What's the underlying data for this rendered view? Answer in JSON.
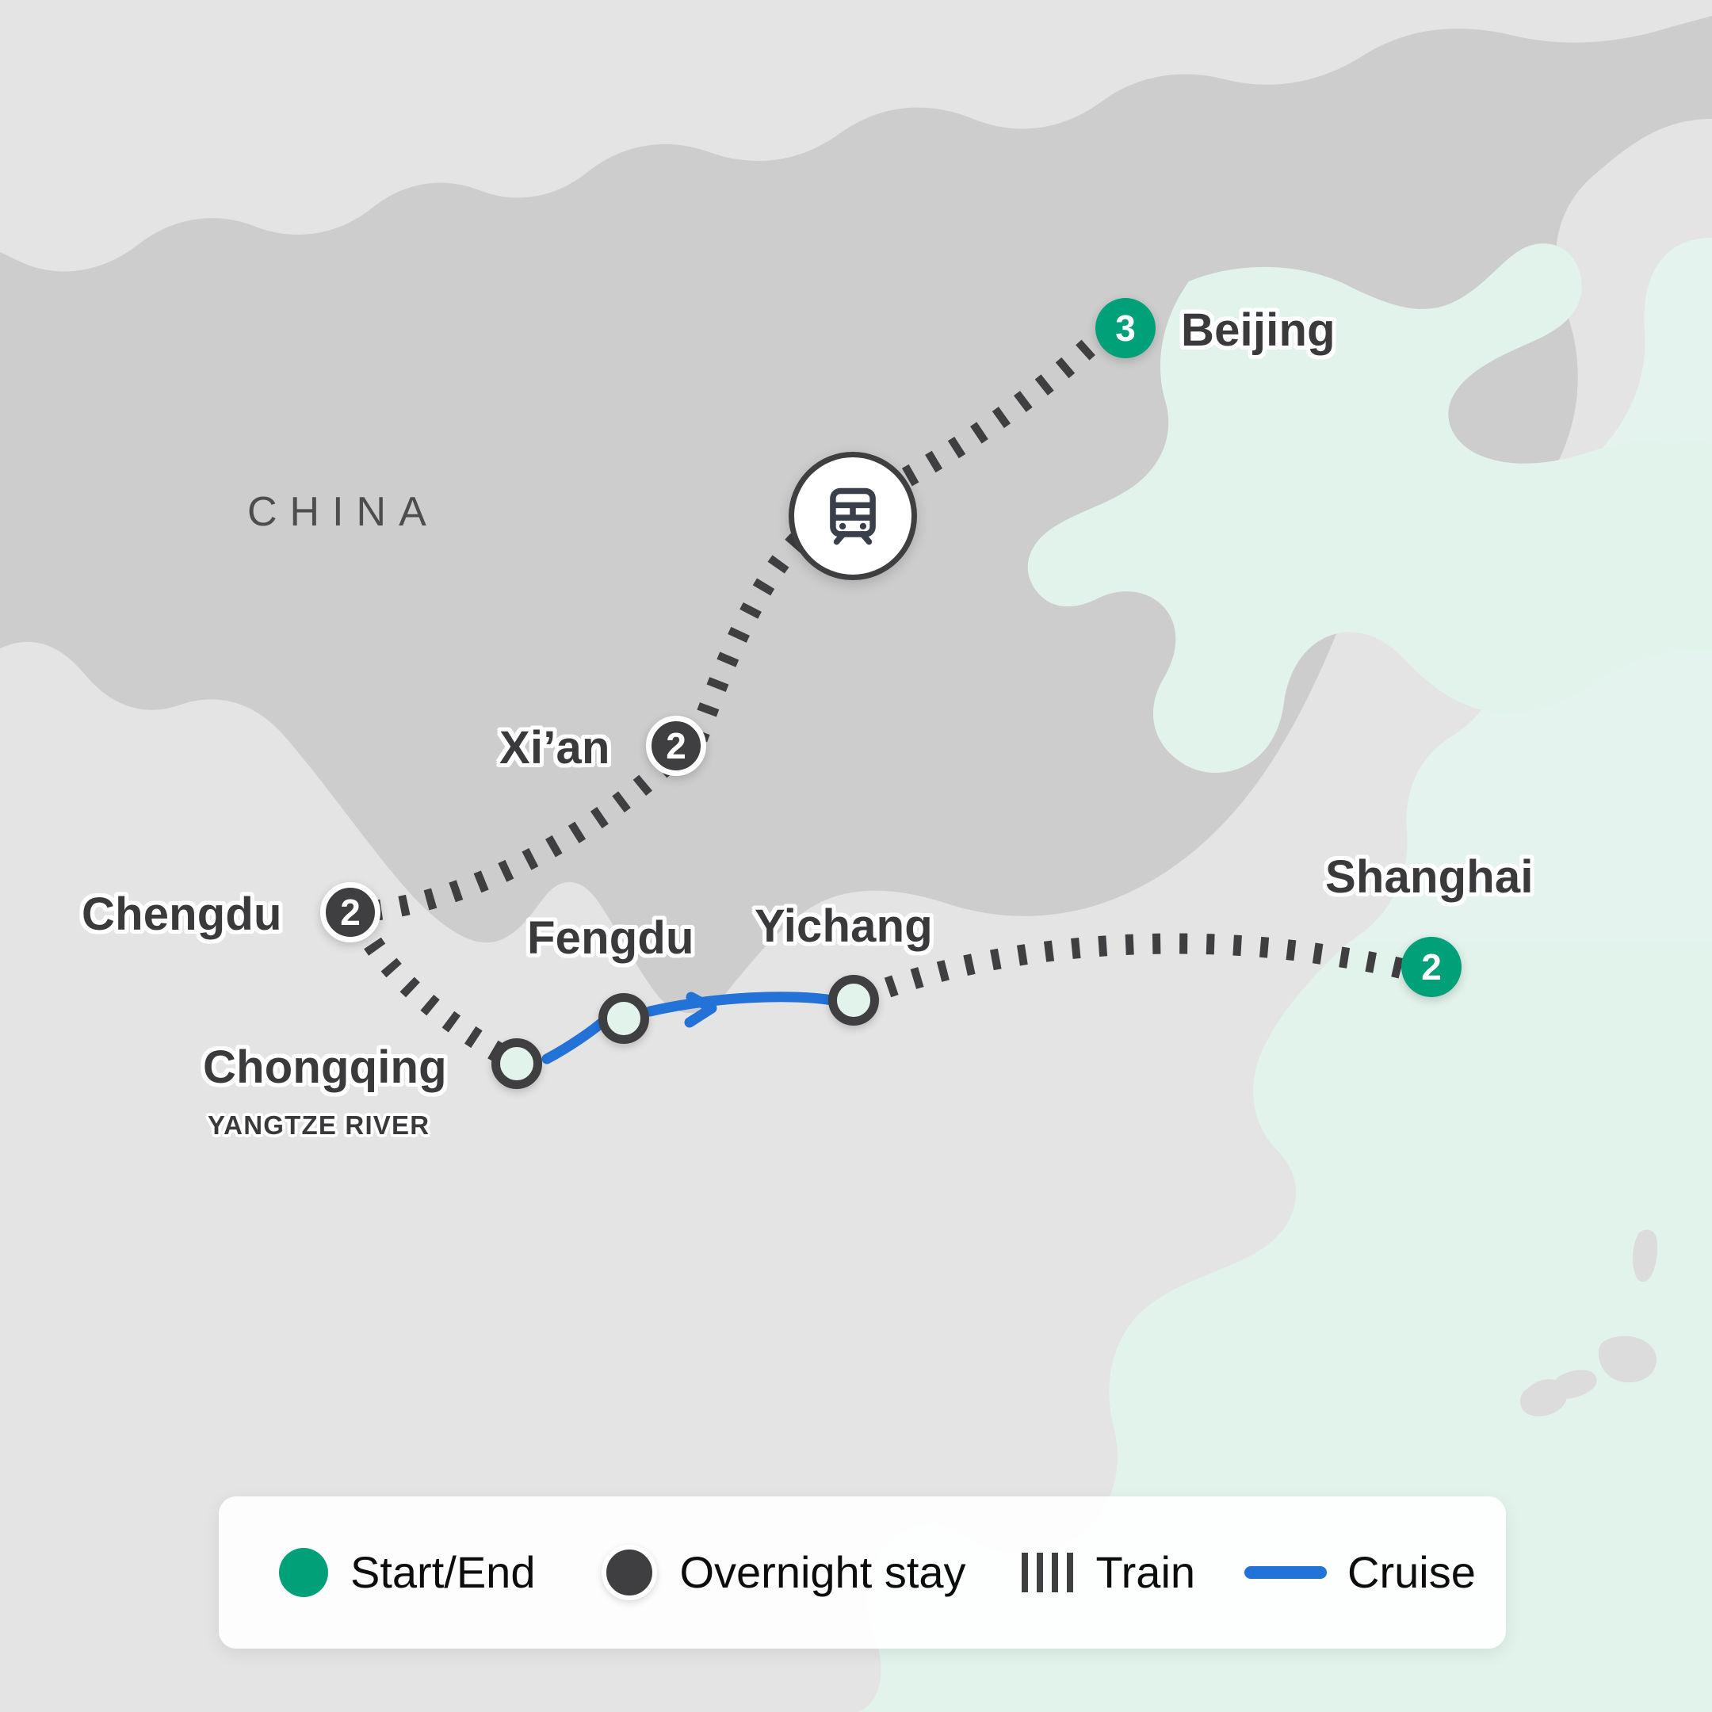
{
  "map": {
    "country_label": "CHINA",
    "colors": {
      "land_china": "#cdcdcd",
      "land_other": "#e4e4e4",
      "sea": "#e2f3ec",
      "start_end": "#00a079",
      "overnight": "#3f3f42",
      "cruise_line": "#2272d8",
      "train_line": "#3f3f42",
      "label_text": "#3a3a3d"
    }
  },
  "cities": [
    {
      "name": "Beijing",
      "type": "start-end",
      "nights": "3",
      "label_position": "right"
    },
    {
      "name": "Xi’an",
      "type": "overnight",
      "nights": "2",
      "label_position": "left"
    },
    {
      "name": "Chengdu",
      "type": "overnight",
      "nights": "2",
      "label_position": "left"
    },
    {
      "name": "Chongqing",
      "type": "cruise-stop",
      "nights": "",
      "label_position": "left",
      "sublabel": "YANGTZE RIVER"
    },
    {
      "name": "Fengdu",
      "type": "cruise-stop",
      "nights": "",
      "label_position": "above"
    },
    {
      "name": "Yichang",
      "type": "cruise-stop",
      "nights": "",
      "label_position": "above"
    },
    {
      "name": "Shanghai",
      "type": "start-end",
      "nights": "2",
      "label_position": "above"
    }
  ],
  "transport_badge": {
    "icon": "train-icon",
    "mode": "Train"
  },
  "legend": {
    "items": [
      {
        "icon": "green-circle-icon",
        "label": "Start/End"
      },
      {
        "icon": "dark-circle-icon",
        "label": "Overnight stay"
      },
      {
        "icon": "dashed-line-icon",
        "label": "Train"
      },
      {
        "icon": "solid-line-icon",
        "label": "Cruise"
      }
    ]
  }
}
